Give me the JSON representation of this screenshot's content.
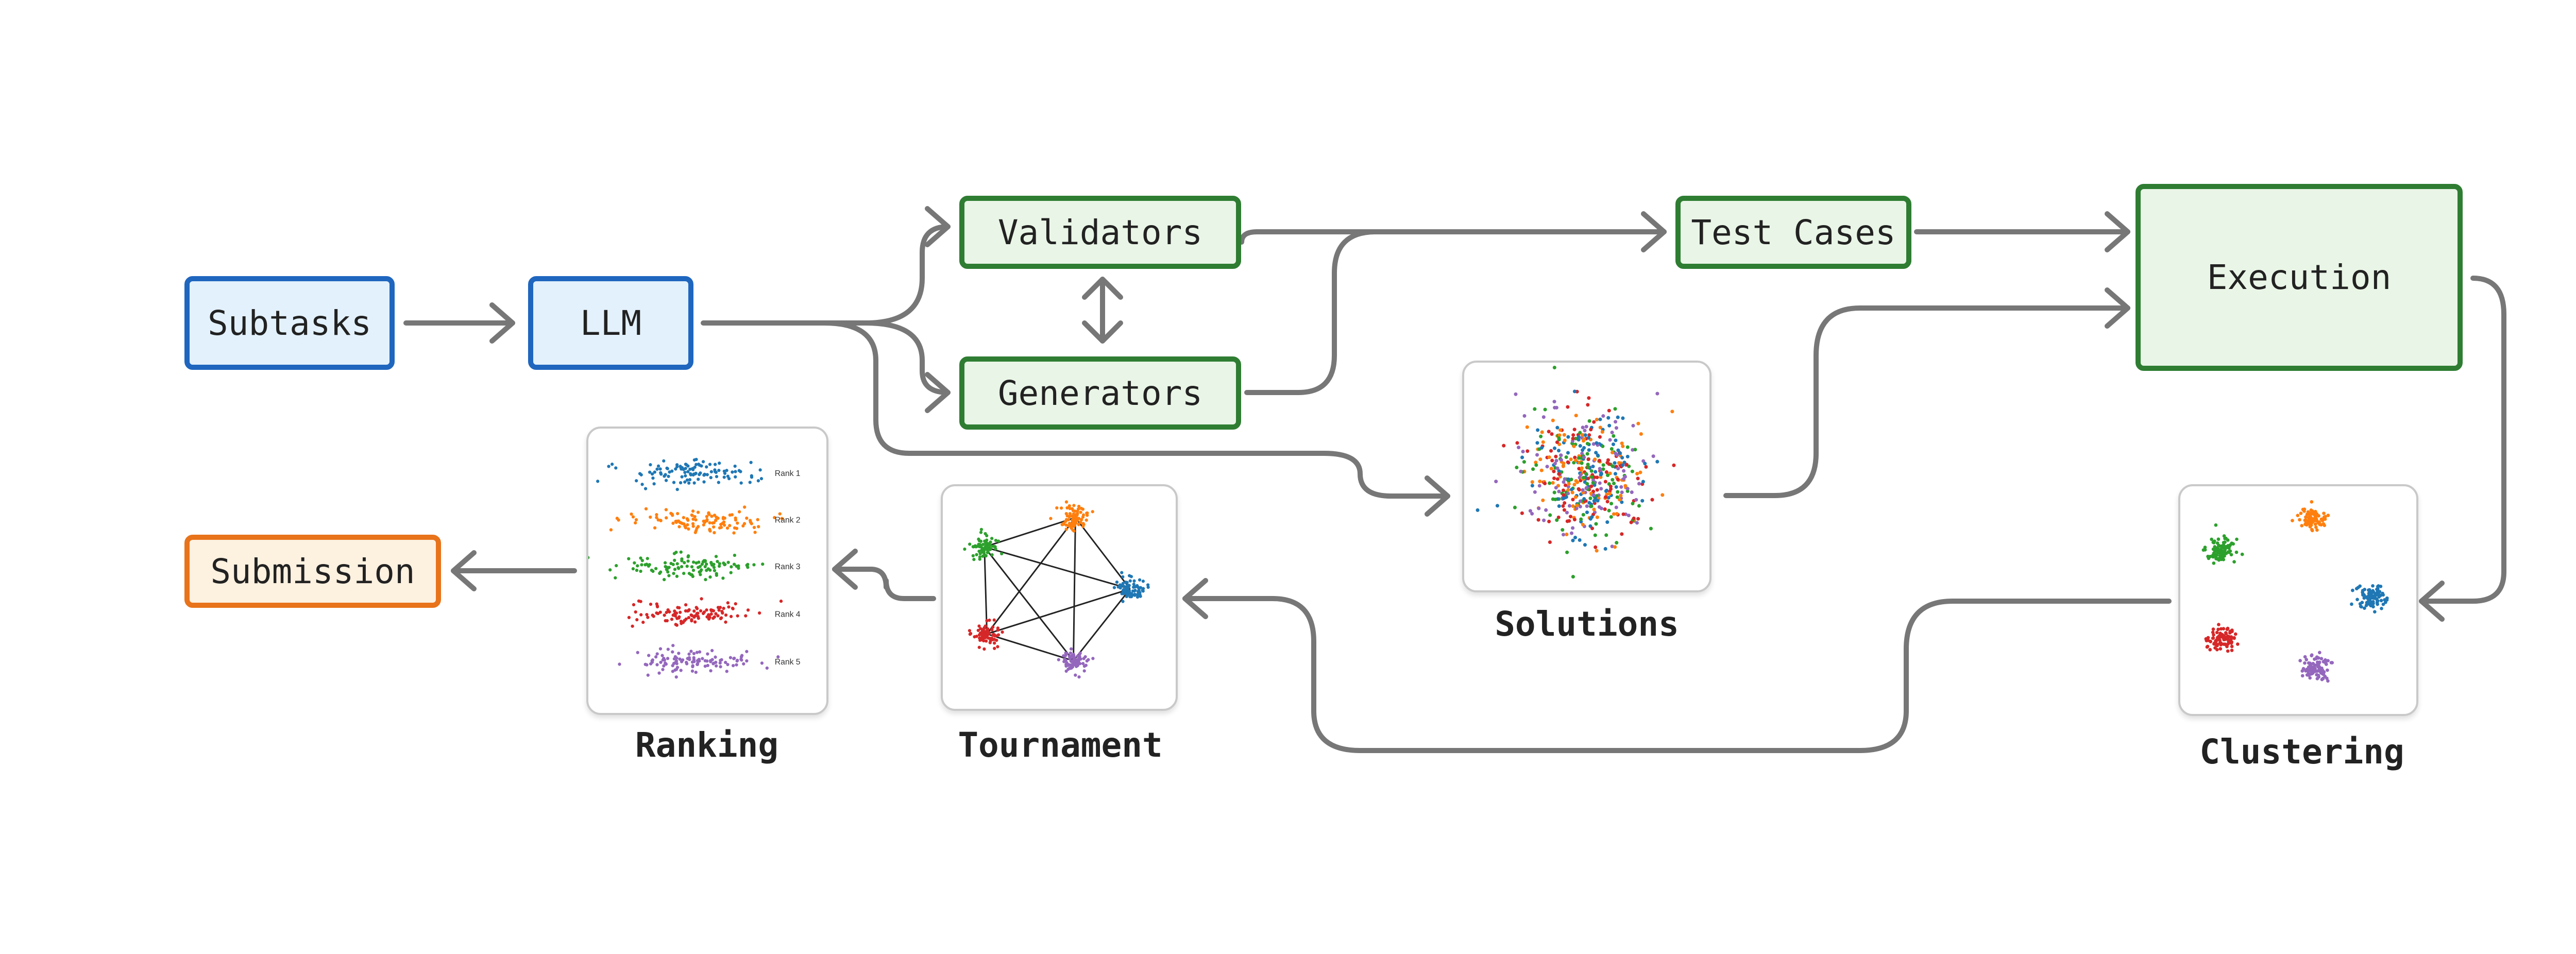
{
  "nodes": {
    "subtasks": "Subtasks",
    "llm": "LLM",
    "validators": "Validators",
    "generators": "Generators",
    "test_cases": "Test Cases",
    "execution": "Execution",
    "submission": "Submission"
  },
  "panels": {
    "solutions": "Solutions",
    "clustering": "Clustering",
    "tournament": "Tournament",
    "ranking": "Ranking"
  },
  "ranking_labels": [
    "Rank 1",
    "Rank 2",
    "Rank 3",
    "Rank 4",
    "Rank 5"
  ],
  "colors": {
    "blue_border": "#1f66bf",
    "blue_fill": "#e3f1fc",
    "green_border": "#2e7d32",
    "green_fill": "#e9f5e6",
    "orange_border": "#e8731a",
    "orange_fill": "#fdf1e0",
    "arrow": "#777777",
    "cluster_palette": [
      "#1f77b4",
      "#ff7f0e",
      "#2ca02c",
      "#d62728",
      "#9467bd"
    ]
  }
}
